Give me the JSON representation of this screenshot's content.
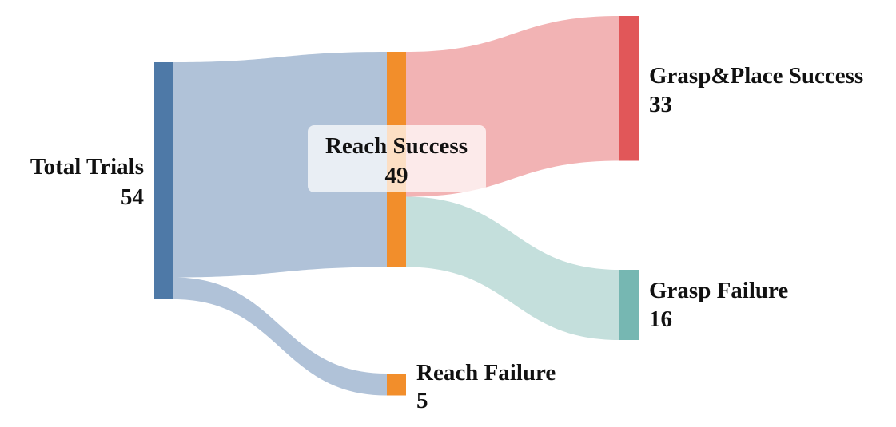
{
  "chart_data": {
    "type": "sankey",
    "nodes": [
      {
        "id": "total",
        "label": "Total Trials",
        "value": 54,
        "color": "#4e79a7"
      },
      {
        "id": "reach_success",
        "label": "Reach Success",
        "value": 49,
        "color": "#f28e2b"
      },
      {
        "id": "reach_failure",
        "label": "Reach Failure",
        "value": 5,
        "color": "#f28e2b"
      },
      {
        "id": "grasp_place_success",
        "label": "Grasp&Place Success",
        "value": 33,
        "color": "#e15759"
      },
      {
        "id": "grasp_failure",
        "label": "Grasp Failure",
        "value": 16,
        "color": "#76b7b2"
      }
    ],
    "links": [
      {
        "source": "total",
        "target": "reach_success",
        "value": 49,
        "color": "#b0c2d8"
      },
      {
        "source": "total",
        "target": "reach_failure",
        "value": 5,
        "color": "#b0c2d8"
      },
      {
        "source": "reach_success",
        "target": "grasp_place_success",
        "value": 33,
        "color": "#f2b3b4"
      },
      {
        "source": "reach_success",
        "target": "grasp_failure",
        "value": 16,
        "color": "#c4dfdc"
      }
    ]
  }
}
